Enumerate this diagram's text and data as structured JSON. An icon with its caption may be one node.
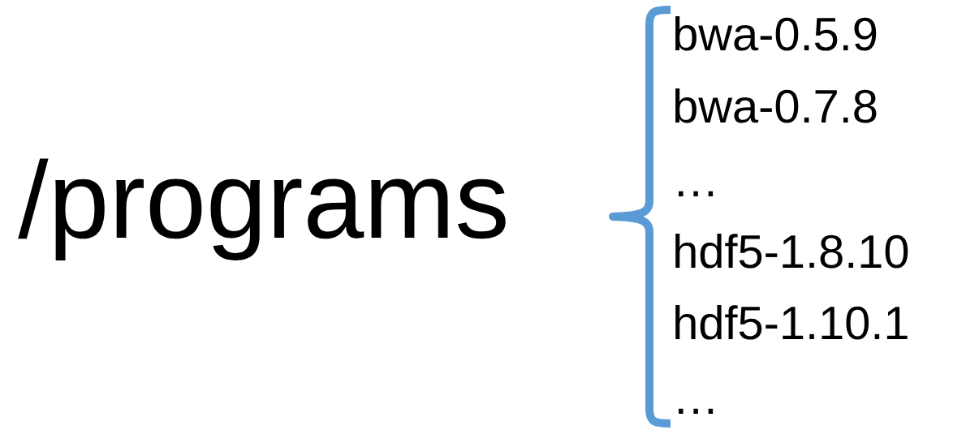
{
  "diagram": {
    "labels": [
      "/programs",
      "bwa-0.5.9",
      "bwa-0.7.8",
      "…",
      "hdf5-1.8.10",
      "hdf5-1.10.1",
      "…"
    ]
  }
}
